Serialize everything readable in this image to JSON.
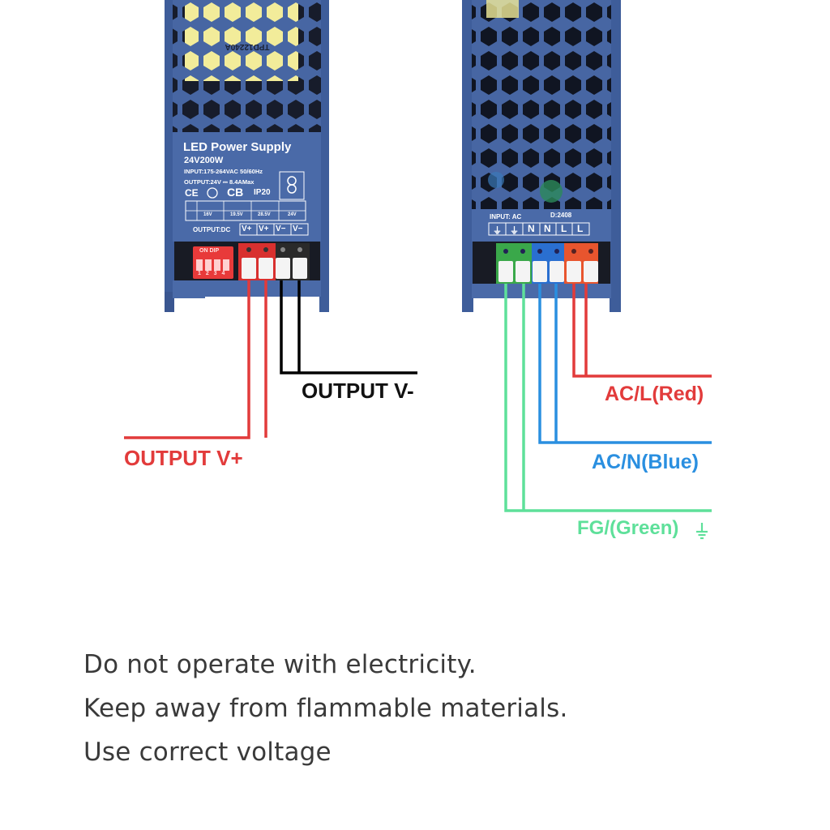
{
  "left_unit": {
    "title": "LED Power Supply",
    "model": "24V200W",
    "input_spec": "INPUT:175-264VAC 50/60Hz",
    "output_spec": "OUTPUT:24V ⎓ 8.4AMax",
    "ip_rating": "IP20",
    "cert_ce": "CE",
    "cert_cb": "CB",
    "dip_values": [
      "16V",
      "19.5V",
      "28.5V",
      "24V"
    ],
    "output_label": "OUTPUT:DC",
    "terminals": [
      "V+",
      "V+",
      "V−",
      "V−"
    ],
    "dip_switch_label": "ON  DIP",
    "dip_numbers": "1 2 3 4",
    "pcb_text": "TPD12240A"
  },
  "right_unit": {
    "input_label": "INPUT: AC",
    "date_code": "D:2408",
    "terminals": [
      "⏚",
      "⏚",
      "N",
      "N",
      "L",
      "L"
    ]
  },
  "wire_labels": {
    "output_neg": "OUTPUT V-",
    "output_pos": "OUTPUT V+",
    "ac_l": "AC/L(Red)",
    "ac_n": "AC/N(Blue)",
    "fg": "FG/(Green)"
  },
  "colors": {
    "red": "#e23b3b",
    "black": "#000000",
    "blue": "#2a8fe0",
    "green": "#5ee09a",
    "case": "#4a6aa8"
  },
  "icons": {
    "ground": "ground-icon"
  },
  "notes": [
    "Do not operate with electricity.",
    "Keep away from flammable materials.",
    "Use correct voltage"
  ]
}
